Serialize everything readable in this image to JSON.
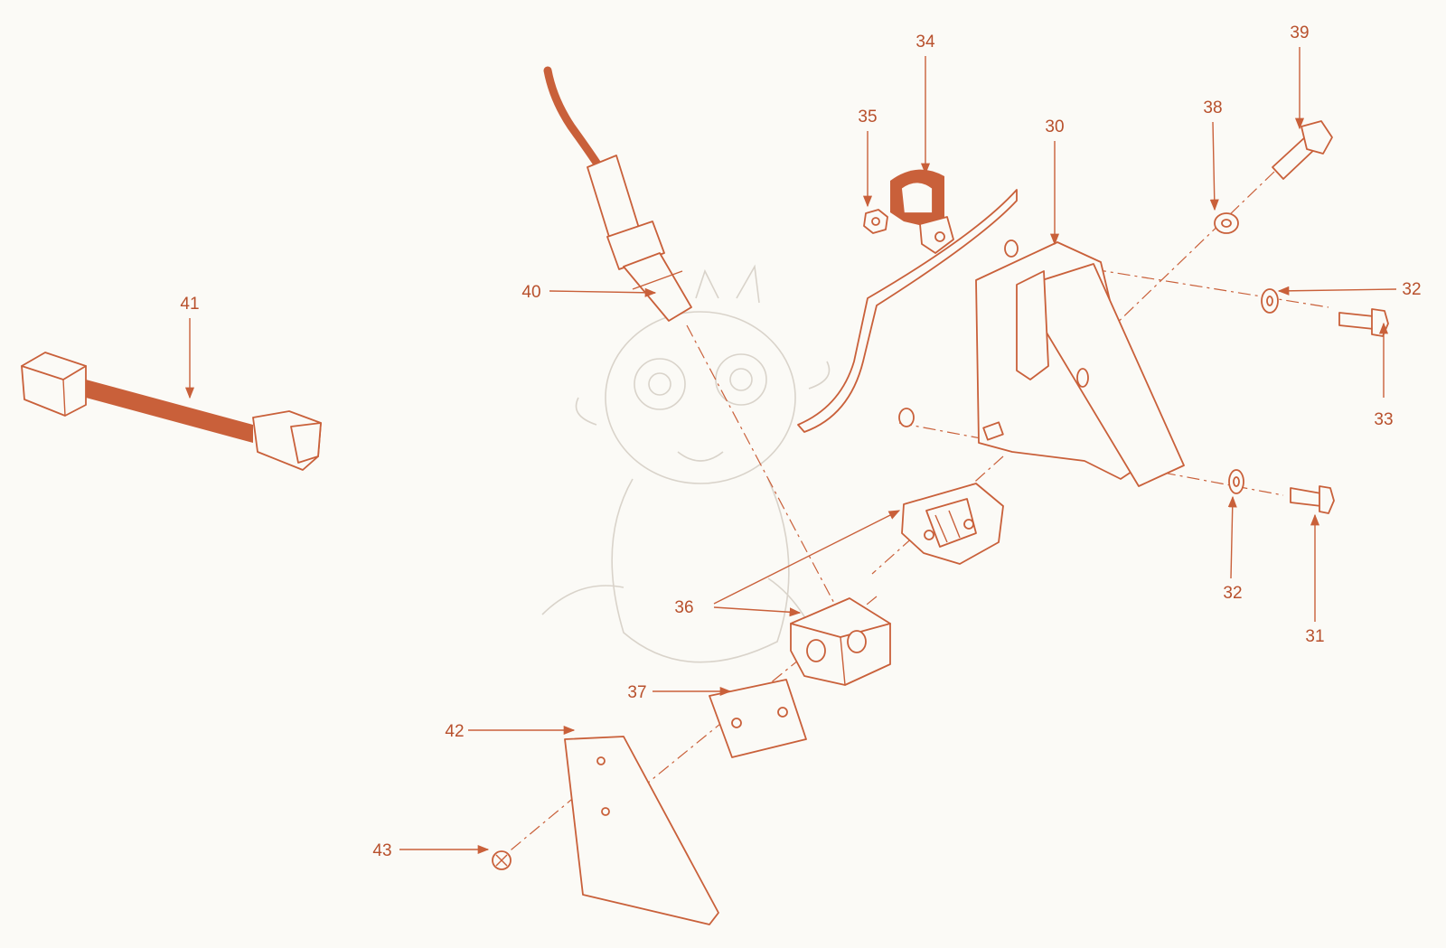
{
  "colors": {
    "accent": "#c9603a",
    "label": "#b8502c",
    "background": "#fbfaf6",
    "watermark": "#d9d3ca"
  },
  "callouts": [
    {
      "id": "c30",
      "label": "30"
    },
    {
      "id": "c31",
      "label": "31"
    },
    {
      "id": "c32a",
      "label": "32"
    },
    {
      "id": "c32b",
      "label": "32"
    },
    {
      "id": "c33",
      "label": "33"
    },
    {
      "id": "c34",
      "label": "34"
    },
    {
      "id": "c35",
      "label": "35"
    },
    {
      "id": "c36",
      "label": "36"
    },
    {
      "id": "c37",
      "label": "37"
    },
    {
      "id": "c38",
      "label": "38"
    },
    {
      "id": "c39",
      "label": "39"
    },
    {
      "id": "c40",
      "label": "40"
    },
    {
      "id": "c41",
      "label": "41"
    },
    {
      "id": "c42",
      "label": "42"
    },
    {
      "id": "c43",
      "label": "43"
    }
  ]
}
